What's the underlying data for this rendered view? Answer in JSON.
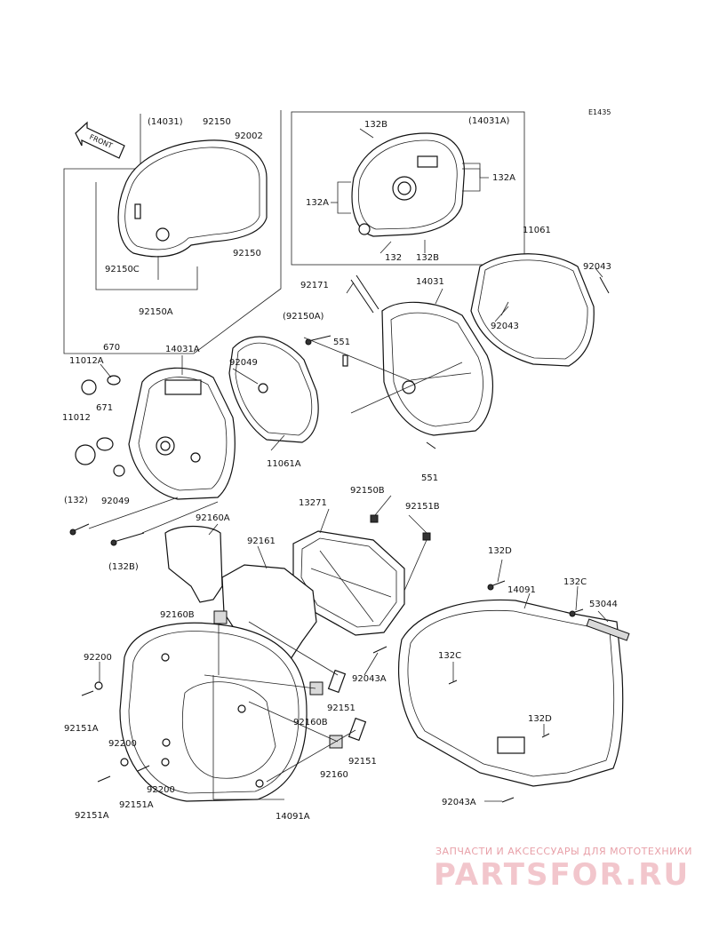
{
  "diagram_code": "E1435",
  "front_label": "FRONT",
  "labels": {
    "l14031_paren": "(14031)",
    "l92150_a": "92150",
    "l92002": "92002",
    "l92150_b": "92150",
    "l92150C": "92150C",
    "l92150A": "92150A",
    "l132B_a": "132B",
    "l14031A_paren": "(14031A)",
    "l132A_r": "132A",
    "l132A_l": "132A",
    "l132": "132",
    "l132B_b": "132B",
    "l11061": "11061",
    "l92043_a": "92043",
    "l92043_b": "92043",
    "l92171": "92171",
    "l14031": "14031",
    "l92150A_paren": "(92150A)",
    "l551_a": "551",
    "l670": "670",
    "l14031A": "14031A",
    "l11012A": "11012A",
    "l92049_a": "92049",
    "l671": "671",
    "l11012": "11012",
    "l11061A": "11061A",
    "l551_b": "551",
    "l132_paren": "(132)",
    "l92049_b": "92049",
    "l13271": "13271",
    "l92150B": "92150B",
    "l92151B": "92151B",
    "l92160A": "92160A",
    "l92161": "92161",
    "l132B_paren": "(132B)",
    "l132D_a": "132D",
    "l14091": "14091",
    "l132C_a": "132C",
    "l53044": "53044",
    "l92160B_a": "92160B",
    "l92200_a": "92200",
    "l132C_b": "132C",
    "l92043A_a": "92043A",
    "l92151_a": "92151",
    "l92160B_b": "92160B",
    "l92151A_a": "92151A",
    "l92200_b": "92200",
    "l132D_b": "132D",
    "l92151_b": "92151",
    "l92160": "92160",
    "l92200_c": "92200",
    "l92151A_b": "92151A",
    "l92151A_c": "92151A",
    "l14091A": "14091A",
    "l92043A_b": "92043A"
  },
  "watermark": {
    "top_text": "ЗАПЧАСТИ И АКСЕССУАРЫ ДЛЯ МОТОТЕХНИКИ",
    "brand": "PARTSFOR.RU"
  },
  "colors": {
    "line": "#111111",
    "watermark": "#f2c6cc",
    "watermark_text": "#e8a0a8"
  }
}
